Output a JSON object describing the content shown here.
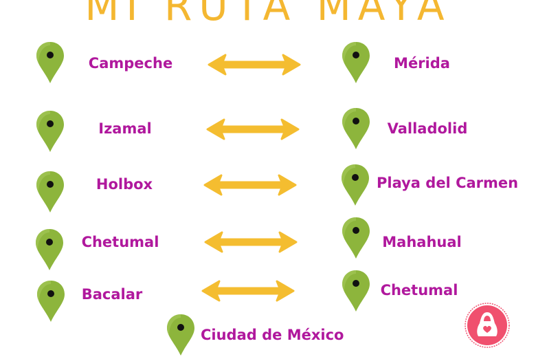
{
  "title": "MI RUTA MAYA",
  "routes": [
    {
      "from": "Campeche",
      "to": "Mérida"
    },
    {
      "from": "Izamal",
      "to": "Valladolid"
    },
    {
      "from": "Holbox",
      "to": "Playa del Carmen"
    },
    {
      "from": "Chetumal",
      "to": "Mahahual"
    },
    {
      "from": "Bacalar",
      "to": "Chetumal"
    }
  ],
  "final_destination": "Ciudad de México",
  "colors": {
    "title": "#f4b731",
    "label": "#b0189d",
    "pin": "#8db53c",
    "arrow": "#f4bd30",
    "badge": "#f0506e"
  },
  "icons": {
    "pin": "map-pin-icon",
    "arrow": "double-arrow-icon",
    "badge": "backpack-heart-logo"
  }
}
